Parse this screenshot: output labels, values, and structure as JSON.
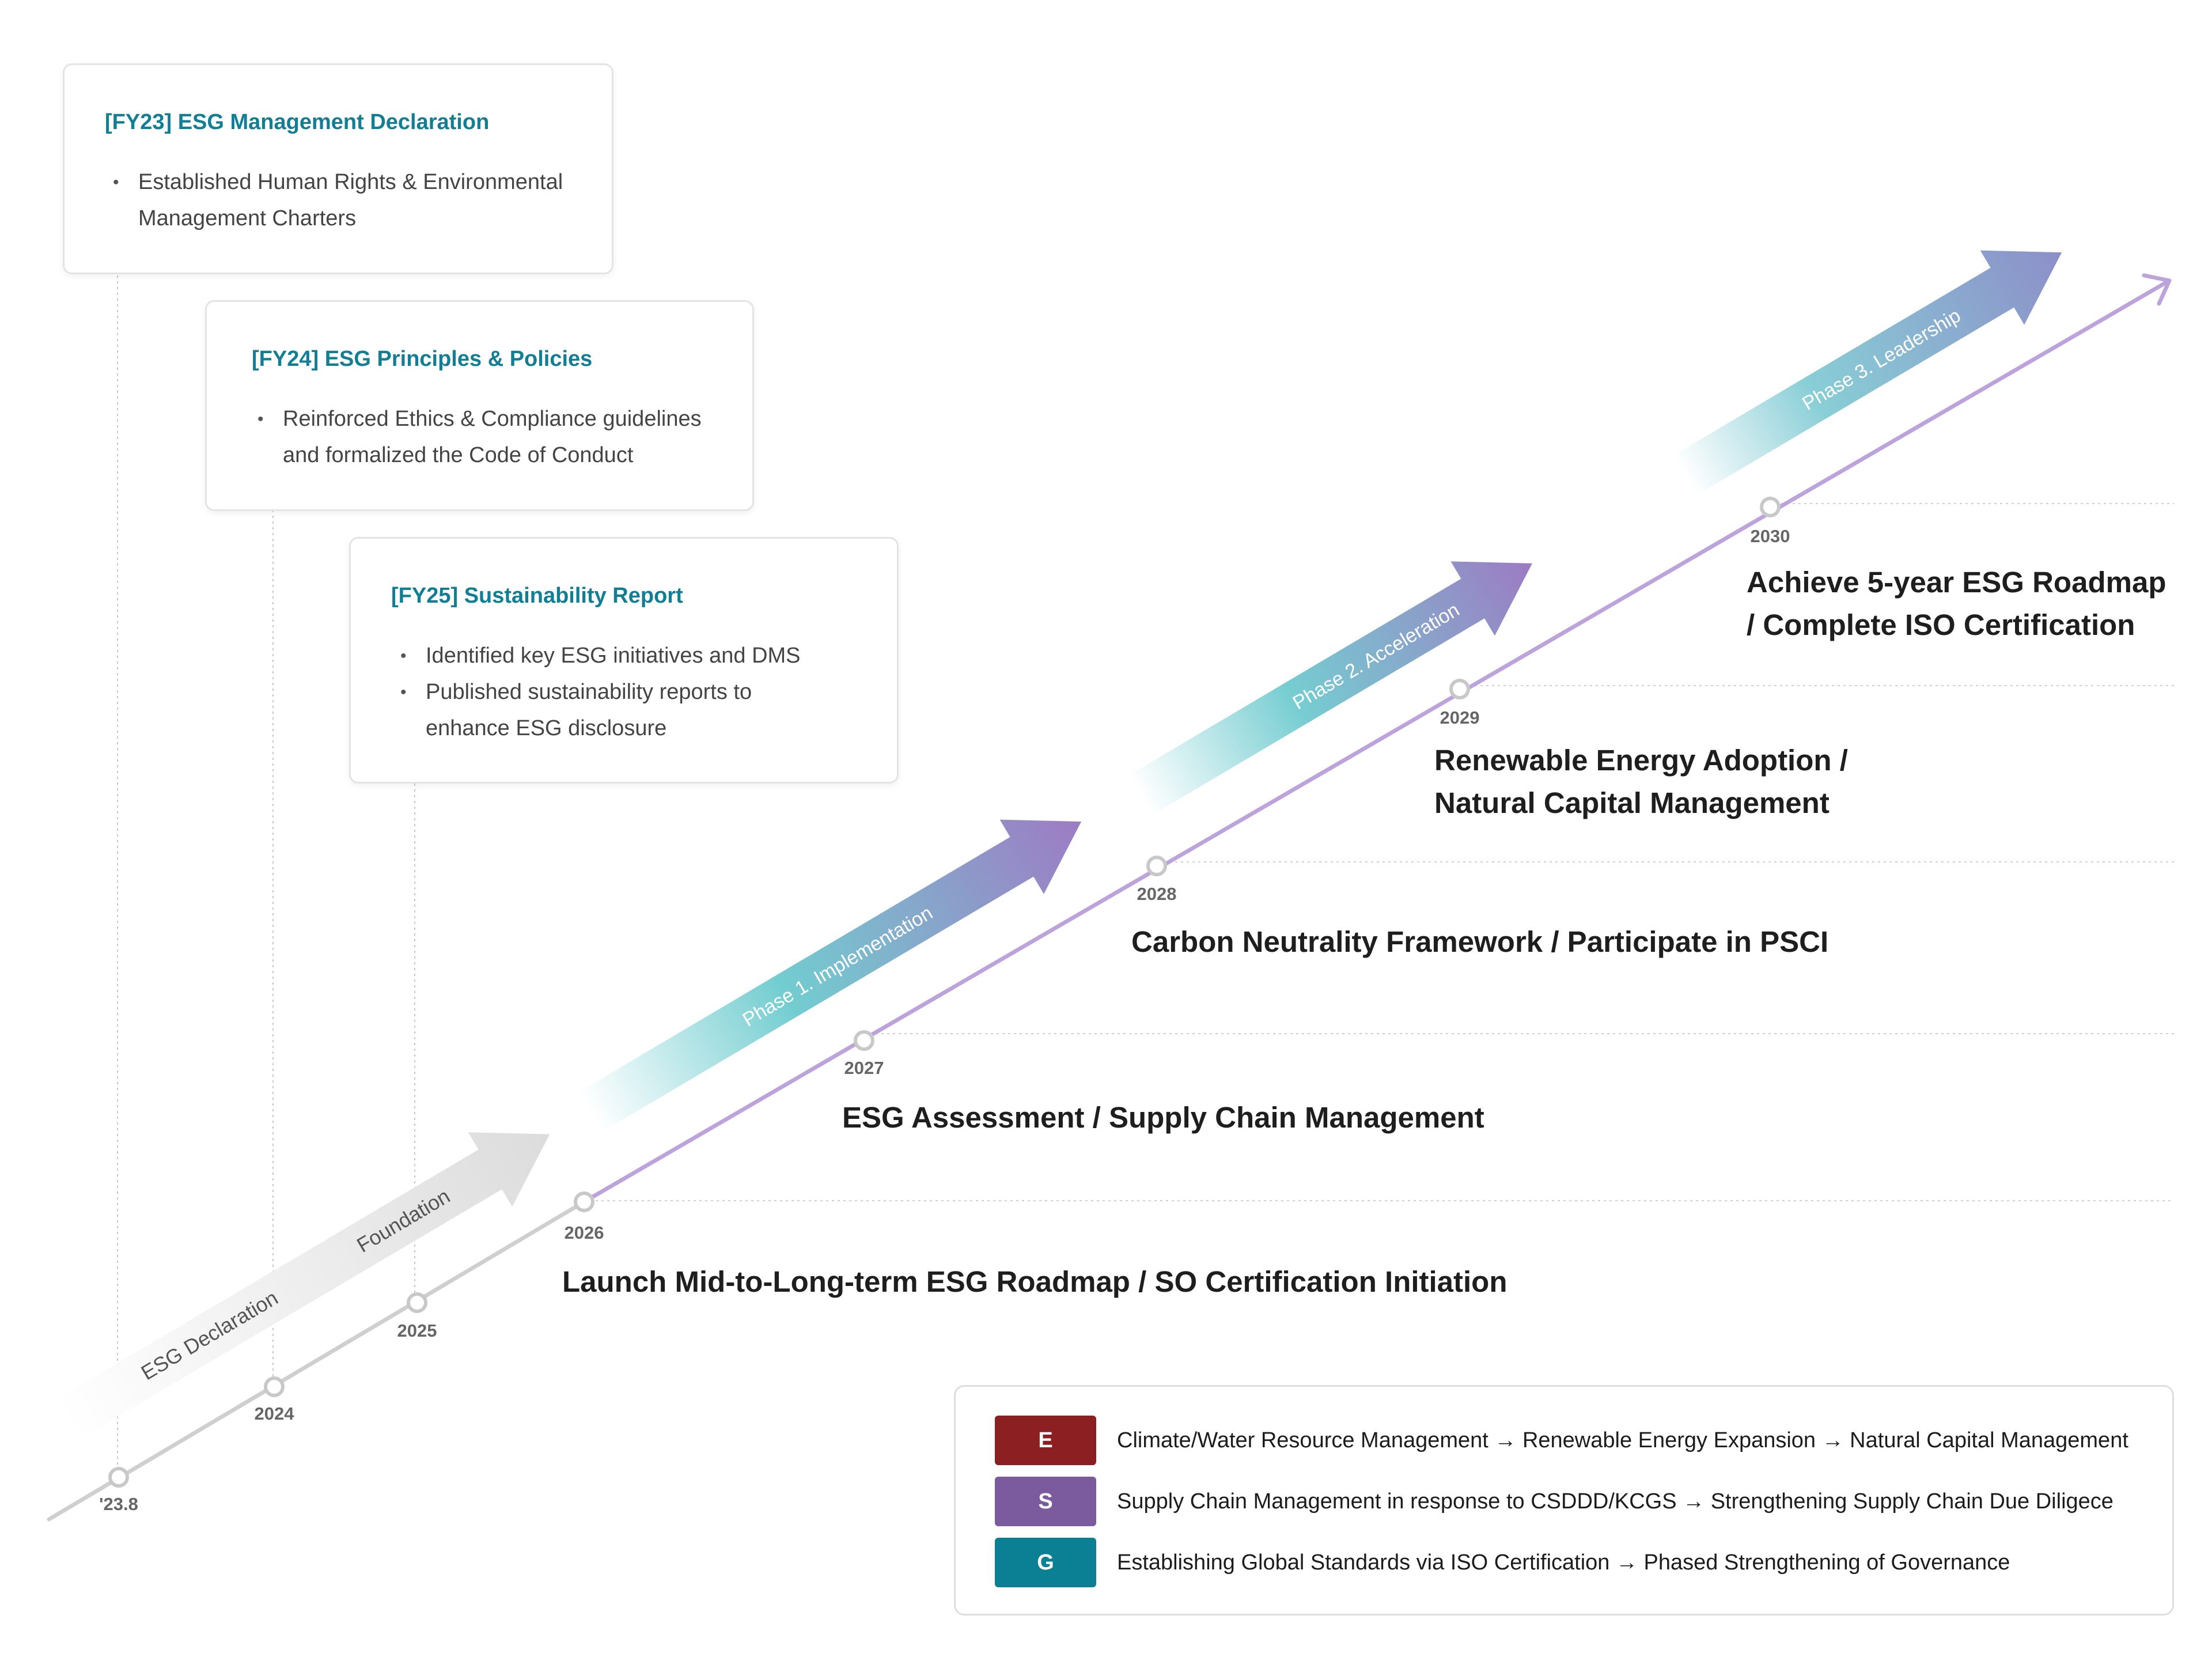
{
  "cards": [
    {
      "title": "[FY23] ESG Management Declaration",
      "items": [
        "Established Human Rights & Environmental",
        "Management Charters"
      ]
    },
    {
      "title": "[FY24] ESG Principles & Policies",
      "items": [
        "Reinforced Ethics & Compliance guidelines",
        "and formalized the Code of Conduct"
      ]
    },
    {
      "title": "[FY25] Sustainability Report",
      "items": [
        "Identified key ESG initiatives and DMS",
        "Published sustainability reports to",
        "enhance ESG disclosure"
      ]
    }
  ],
  "phases": [
    {
      "label": "ESG Declaration"
    },
    {
      "label": "Foundation"
    },
    {
      "label": "Phase 1. Implementation"
    },
    {
      "label": "Phase 2. Acceleration"
    },
    {
      "label": "Phase 3. Leadership"
    }
  ],
  "years": [
    "'23.8",
    "2024",
    "2025",
    "2026",
    "2027",
    "2028",
    "2029",
    "2030"
  ],
  "milestones": [
    {
      "year": "2026",
      "lines": [
        "Launch Mid-to-Long-term ESG Roadmap / SO Certification Initiation"
      ]
    },
    {
      "year": "2027",
      "lines": [
        "ESG Assessment / Supply Chain Management"
      ]
    },
    {
      "year": "2028",
      "lines": [
        "Carbon Neutrality Framework / Participate in PSCI"
      ]
    },
    {
      "year": "2029",
      "lines": [
        "Renewable Energy Adoption /",
        "Natural Capital Management"
      ]
    },
    {
      "year": "2030",
      "lines": [
        "Achieve 5-year ESG Roadmap",
        "/ Complete ISO Certification"
      ]
    }
  ],
  "legend": [
    {
      "badge": "E",
      "color": "#8b1f22",
      "text": "Climate/Water Resource Management → Renewable Energy Expansion → Natural Capital Management"
    },
    {
      "badge": "S",
      "color": "#7b5b9e",
      "text": "Supply Chain Management in response to CSDDD/KCGS → Strengthening Supply Chain Due Diligece"
    },
    {
      "badge": "G",
      "color": "#0b7f94",
      "text": "Establishing Global Standards via ISO Certification → Phased Strengthening of Governance"
    }
  ],
  "colors": {
    "title_teal": "#117e94",
    "line_grey": "#cccccc",
    "line_purple": "#b9a0d6",
    "gradient_teal": "#6ccbd0",
    "gradient_purple": "#9b78c0",
    "gradient_blue": "#8a96c8"
  }
}
